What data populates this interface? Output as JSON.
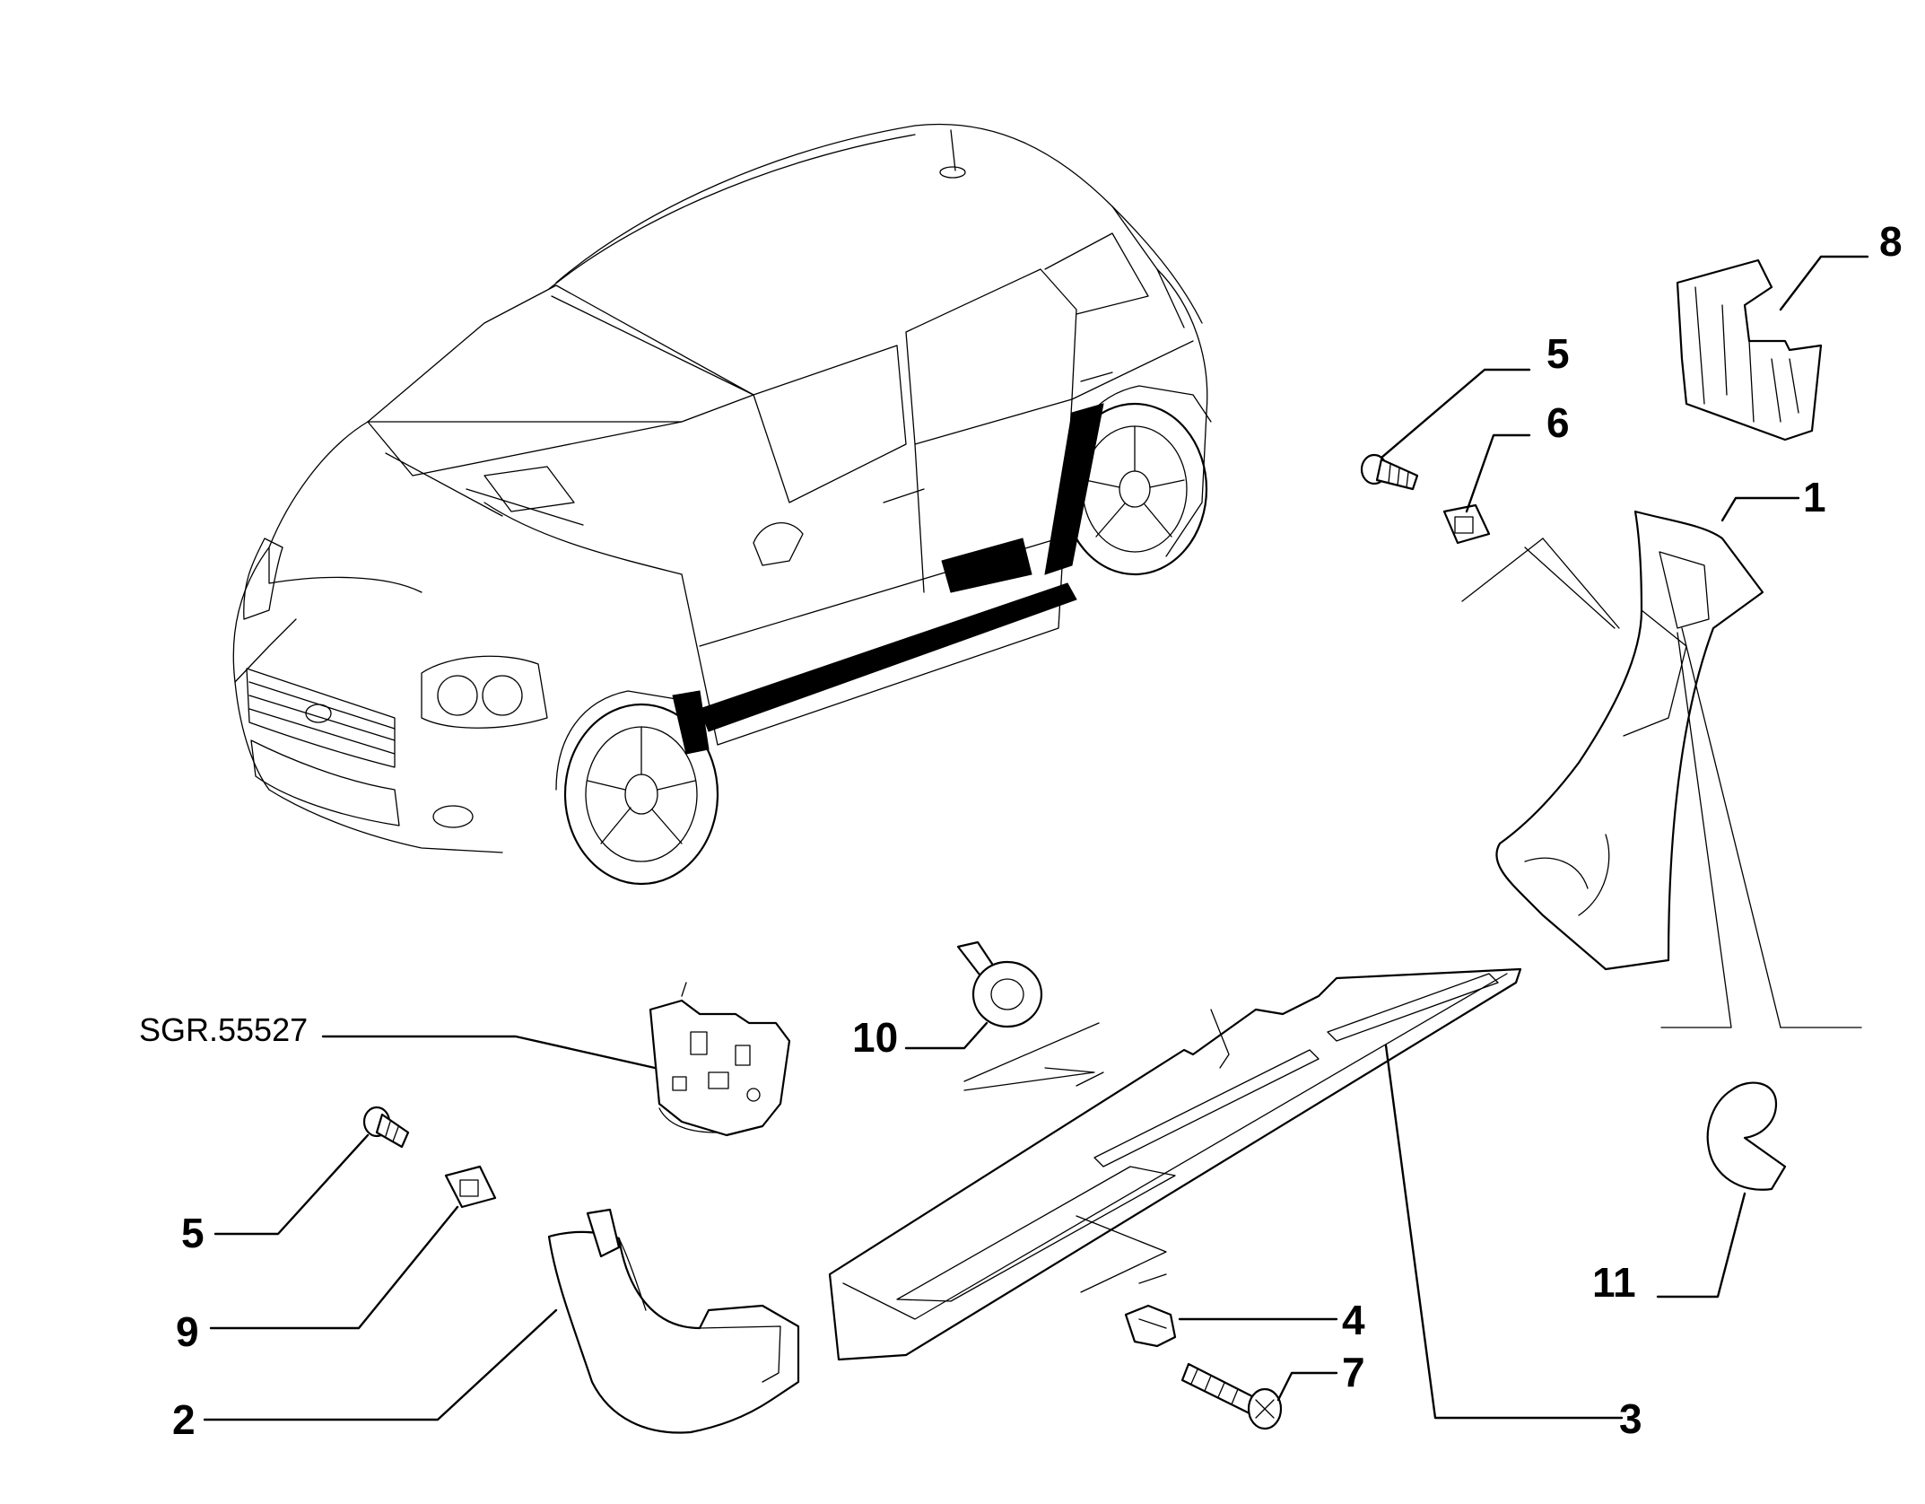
{
  "diagram": {
    "callouts": {
      "c1": "1",
      "c2": "2",
      "c3": "3",
      "c4": "4",
      "c5_top": "5",
      "c5_bottom": "5",
      "c6": "6",
      "c7": "7",
      "c8": "8",
      "c9": "9",
      "c10": "10",
      "c11": "11"
    },
    "reference": "SGR.55527"
  }
}
